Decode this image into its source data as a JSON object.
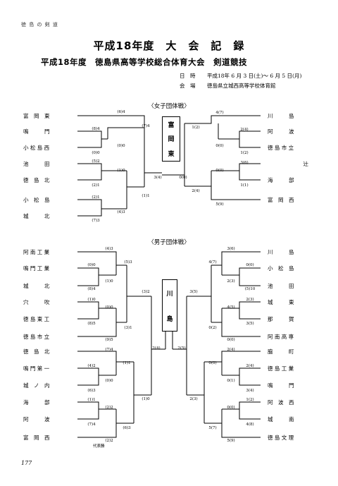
{
  "header_tag": "徳 島 の 剣 道",
  "title": "平成18年度　大　会　記　録",
  "subtitle": "平成18年度　徳島県高等学校総合体育大会　剣道競技",
  "date_label": "日　時",
  "date_value": "平成18年 6 月 3 日(土)～ 6 月 5 日(月)",
  "venue_label": "会　場",
  "venue_value": "徳島県立城西高等学校体育館",
  "women": {
    "title": "〈女子団体戦〉",
    "champion": [
      "富",
      "岡",
      "東"
    ],
    "left_teams": [
      "富　岡　東",
      "鳴　　　門",
      "小 松 島 西",
      "池　　　田",
      "徳　島　北",
      "小　松　島",
      "城　　　北"
    ],
    "right_teams": [
      "川　　　島",
      "阿　　　波",
      "徳 島 市 立",
      "辻",
      "海　　　部",
      "富　岡　西"
    ],
    "scores": {
      "l1a": "(6)4",
      "l1b": "(8)4",
      "l1c": "(0)0",
      "l1d": "(0)0",
      "l2a": "(5)2",
      "l2b": "(1)0",
      "l2c": "(2)1",
      "l2d": "(2)1",
      "l2e": "(4)3",
      "l2f": "(7)3",
      "l3a": "(7)4",
      "l3b": "(1)1",
      "c1": "3(4)",
      "c2": "0(0)",
      "r1a": "4(7)",
      "r1b": "1(2)",
      "r1c": "2(4)",
      "r1d": "0(0)",
      "r1e": "1(2)",
      "r2a": "3(6)",
      "r2b": "0(0)",
      "r2c": "1(1)",
      "r2d": "2(4)",
      "r2e": "5(9)"
    }
  },
  "men": {
    "title": "〈男子団体戦〉",
    "champion": [
      "川",
      "島"
    ],
    "left_teams": [
      "阿 南 工 業",
      "鳴 門 工 業",
      "城　　　北",
      "穴　　　吹",
      "徳 島 東 工",
      "徳 島 市 立",
      "徳　島　北",
      "鳴 門 第 一",
      "城　ノ　内",
      "海　　　部",
      "阿　　　波",
      "富　岡　西"
    ],
    "right_teams": [
      "川　　　島",
      "小　松　島",
      "池　　　田",
      "城　　　東",
      "那　　　賀",
      "阿 南 高 専",
      "脇　　　町",
      "徳 島 工 業",
      "鳴　　　門",
      "阿　波　西",
      "城　　　南",
      "徳 島 文 理"
    ],
    "scores": {
      "a1": "(4)3",
      "a2": "(0)0",
      "a3": "(5)3",
      "a4": "(8)4",
      "a5": "(1)0",
      "a6": "(1)0",
      "a7": "(0)0",
      "a8": "(3)2",
      "a9": "(8)5",
      "a10": "(3)1",
      "a11": "(9)5",
      "a12": "2(4)",
      "b1": "(7)4",
      "b2": "(4)2",
      "b3": "(1)1",
      "b4": "(0)0",
      "b5": "(6)3",
      "b6": "(1)0",
      "b7": "(2)2",
      "b8": "(1)1",
      "b9": "(7)4",
      "b10": "(6)3",
      "b11": "(2)2",
      "c1": "3(6)",
      "c2": "4(7)",
      "c3": "0(0)",
      "c4": "2(3)",
      "c5": "(5)10",
      "c6": "3(5)",
      "c7": "2(3)",
      "c8": "4(5)",
      "c9": "0(2)",
      "c10": "3(5)",
      "c11": "0(0)",
      "c12": "2(5)",
      "d1": "2(4)",
      "d2": "0(0)",
      "d3": "2(4)",
      "d4": "0(1)",
      "d5": "3(4)",
      "d6": "2(3)",
      "d7": "1(2)",
      "d8": "0(0)",
      "d9": "5(7)",
      "d10": "4(8)",
      "d11": "5(9)"
    }
  },
  "rep_note": "代表勝",
  "page_number": "177"
}
